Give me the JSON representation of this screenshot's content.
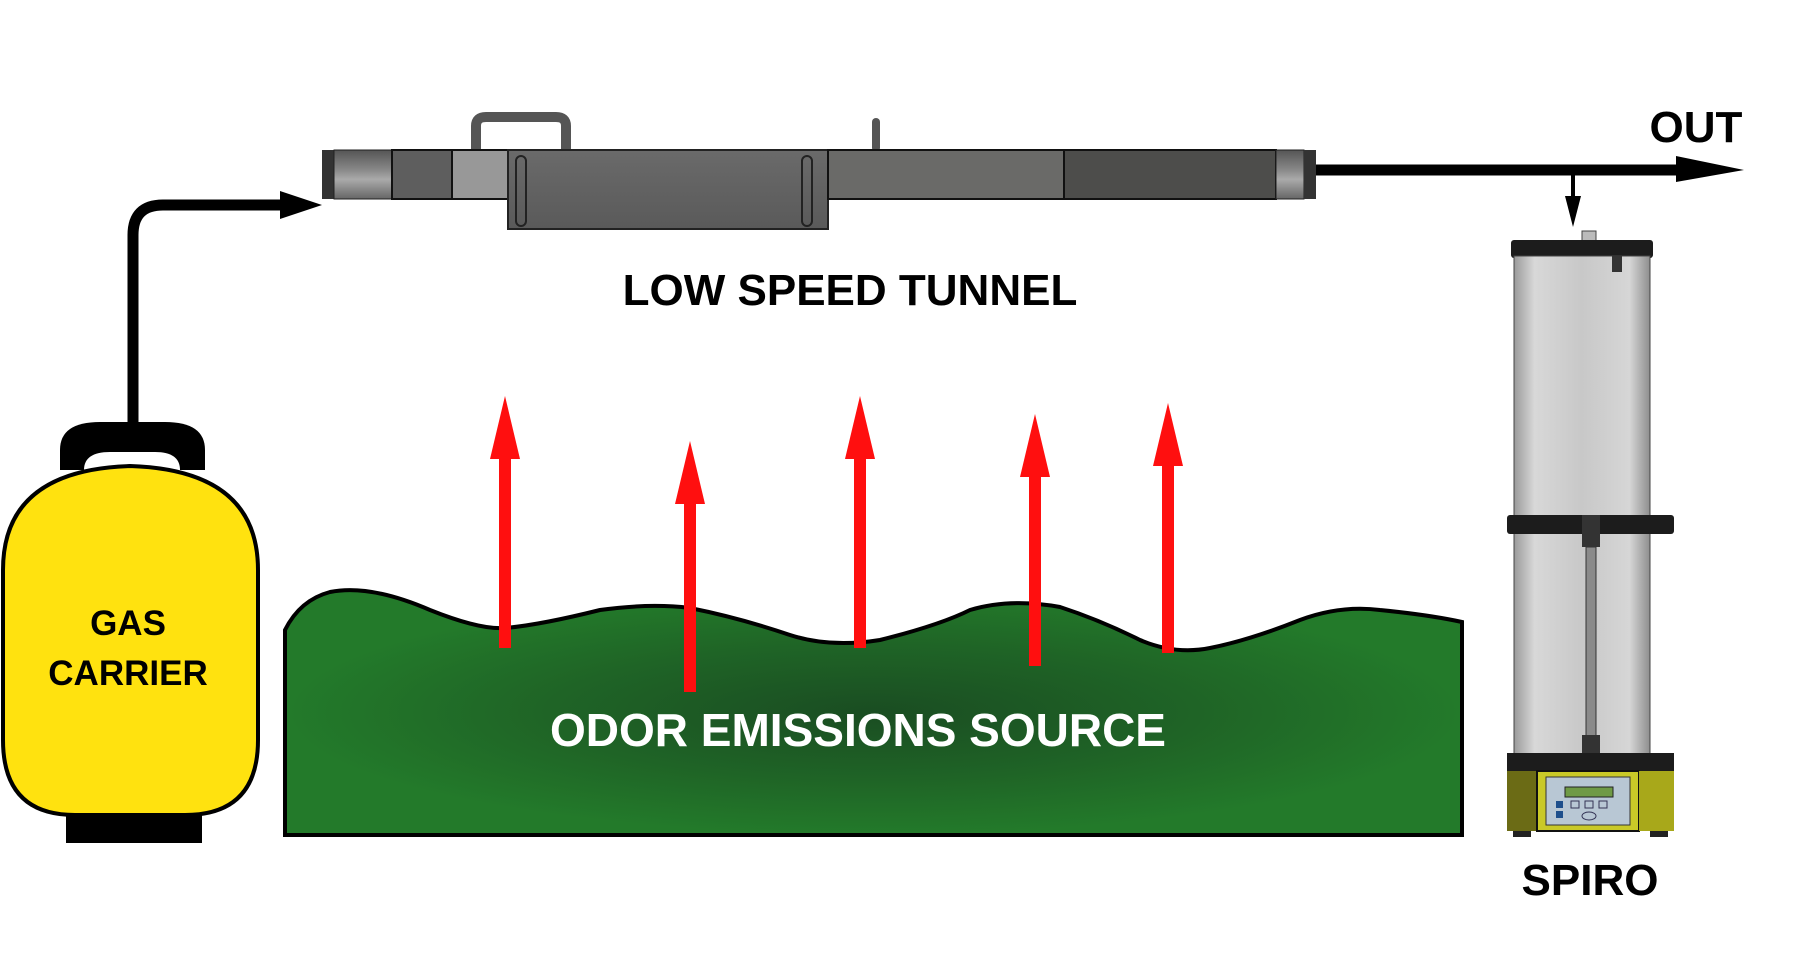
{
  "diagram": {
    "labels": {
      "tunnel": "LOW SPEED TUNNEL",
      "out": "OUT",
      "gas_carrier_line1": "GAS",
      "gas_carrier_line2": "CARRIER",
      "source": "ODOR EMISSIONS SOURCE",
      "spiro": "SPIRO"
    },
    "colors": {
      "gas_carrier_fill": "#FFE20F",
      "source_fill": "#237A2A",
      "source_fill_dark": "#1A4D22",
      "emission_arrow": "#FF0F0F",
      "flow_line": "#000000",
      "tunnel_body": "#5E5E5E",
      "spiro_base": "#A8A81A",
      "spiro_cylinder": "#D2D2D2"
    },
    "emission_arrow_count": 5,
    "flow": [
      {
        "from": "GAS CARRIER",
        "to": "LOW SPEED TUNNEL"
      },
      {
        "from": "LOW SPEED TUNNEL",
        "to": "OUT"
      },
      {
        "from": "LOW SPEED TUNNEL",
        "to": "SPIRO"
      }
    ]
  }
}
